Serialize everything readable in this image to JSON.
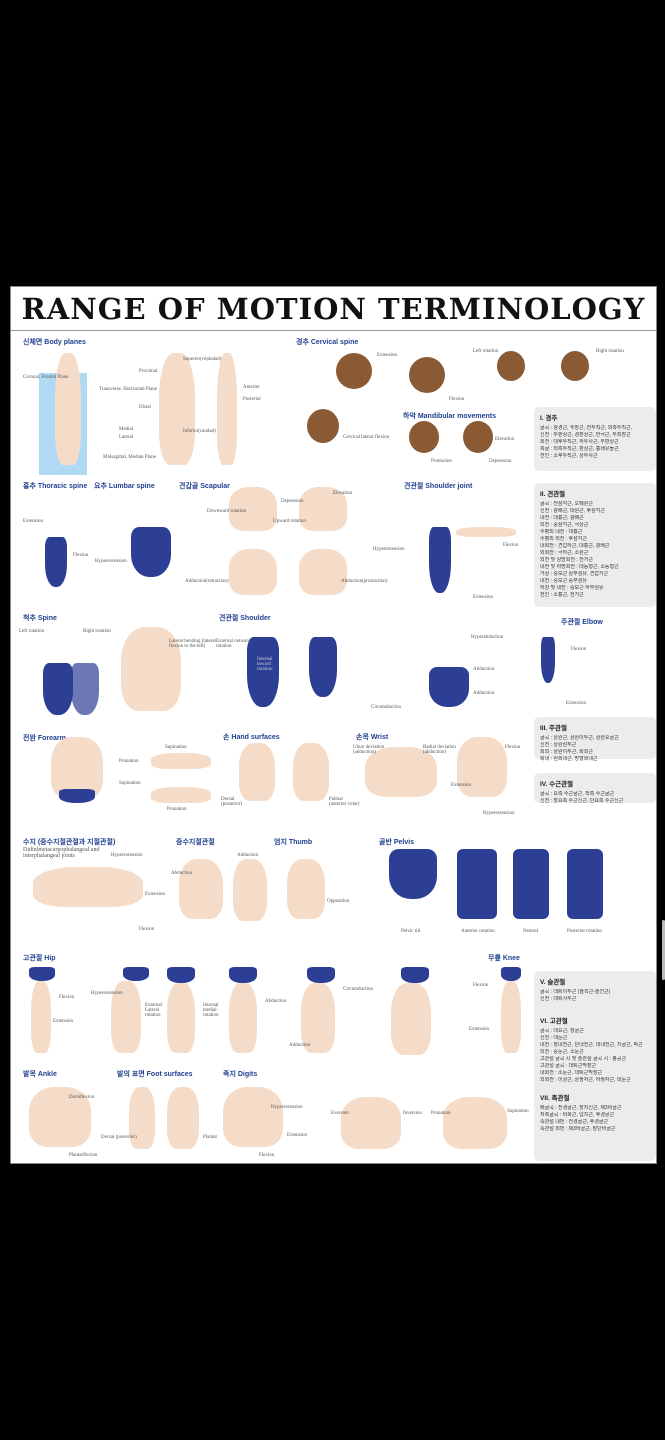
{
  "title": "RANGE OF MOTION TERMINOLOGY",
  "sections": {
    "body_planes": "신체면 Body planes",
    "cervical": "경추 Cervical spine",
    "mandibular": "하악 Mandibular movements",
    "thoracic": "흉추 Thoracic spine",
    "lumbar": "요추 Lumbar spine",
    "scapular": "견갑골 Scapular",
    "shoulder_joint": "견관절 Shoulder joint",
    "spine": "척추 Spine",
    "shoulder": "견관절 Shoulder",
    "elbow": "주관절 Elbow",
    "forearm": "전완 Forearm",
    "hand_surfaces": "손 Hand surfaces",
    "wrist": "손목 Wrist",
    "digits_hand": "수지 (중수지절관절과 지절관절)",
    "mcp": "중수지절관절",
    "thumb": "엄지 Thumb",
    "pelvis": "골반 Pelvis",
    "hip": "고관절 Hip",
    "knee": "무릎 Knee",
    "ankle": "발목 Ankle",
    "foot_surfaces": "발의 표면 Foot surfaces",
    "digits_foot": "족지 Digits"
  },
  "labels": {
    "coronal": "Coronal, Frontal Plane",
    "transverse": "Transverse, Horizontal Plane",
    "sagittal": "Midsagittal, Median Plane",
    "superior": "Superior(cephalad)",
    "inferior": "Inferior(caudad)",
    "proximal": "Proximal",
    "distal": "Distal",
    "medial": "Medial",
    "lateral": "Lateral",
    "anterior": "Anterior",
    "posterior": "Posterior",
    "extension": "Extension",
    "flexion": "Flexion",
    "left_rotation": "Left rotation",
    "right_rotation": "Right rotation",
    "cervical_lat": "Cervical lateral flexion",
    "elevation": "Elevation",
    "depression": "Depression",
    "protrusion": "Protrusion",
    "hyperextension": "Hyperextension",
    "downward_rot": "Downward rotation",
    "upward_rot": "Upward rotation",
    "adduction_retraction": "Adduction(retraction)",
    "abduction_protraction": "Abduction(protraction)",
    "lateral_bending": "Lateral bending (lateral flexion to the left)",
    "external_rot": "External outward rotation",
    "internal_rot": "Internal inward rotation",
    "circumduction": "Circumduction",
    "hyperabduction": "Hyperabduction",
    "abduction": "Abduction",
    "adduction": "Adduction",
    "pronation": "Pronation",
    "supination": "Supination",
    "dorsal": "Dorsal (posterior)",
    "palmar": "Palmar (anterior volar)",
    "ulnar_dev": "Ulnar deviation (adduction)",
    "radial_dev": "Radial deviation (abduction)",
    "digits_en": "Didinlmetacarpophalangeal and interphalangeal joints",
    "opposition": "Opposition",
    "pelvic_tilt": "Pelvic tilt",
    "anterior_rot": "Anterior rotation",
    "neutral": "Neutral",
    "posterior_rot": "Posterior rotation",
    "ext_lat_rot": "External Lateral rotation",
    "int_med_rot": "Internal medial rotation",
    "dorsiflexion": "Dorsiflexion",
    "plantarflexion": "Plantarflexion",
    "plantar": "Plantar",
    "eversion": "Eversion",
    "inversion": "Inversion"
  },
  "boxes": [
    {
      "title": "I. 경추",
      "lines": [
        "굴곡 : 광경근, 두장근, 전두직근, 외측두직근,",
        "신전 : 두판상근, 경판상근, 반극근, 두최장근",
        "회전 : 대후두직근, 하두사근, 두판상근",
        "측굴 : 외측두직근, 판상근, 흉쇄유돌근",
        "전인 : 소후두직근, 상두사근"
      ]
    },
    {
      "title": "II. 견관절",
      "lines": [
        "굴곡 : 전삼각근, 오훼완근",
        "신전 : 광배근, 대원근, 후삼각근",
        "내전 : 대흉근, 광배근",
        "외전 : 중삼각근, 극상근",
        "수평외 내전 : 대흉근",
        "수평외 외전 : 후삼각근",
        "내회전 : 견갑하근, 대흉근, 광배근",
        "외회전 : 극하근, 소원근",
        "외전 및 상방회전 : 전거근",
        "내전 및 하방회전 : 대능형근, 소능형근",
        "거상 : 승모근 상부섬유, 견갑거근",
        "내전 : 승모근 중부섬유",
        "하강 및 내전 : 승모근 하부섬유",
        "전인 : 소흉근, 전거근"
      ]
    },
    {
      "title": "III. 주관절",
      "lines": [
        "굴곡 : 상완근, 상완이두근, 상완요골근",
        "신전 : 상완삼두근",
        "회외 : 상완이두근, 회외근",
        "회내 : 원회내근, 방형회내근"
      ]
    },
    {
      "title": "IV. 수근관절",
      "lines": [
        "굴곡 : 요측 수근굴근, 척측 수근굴근",
        "신전 : 장요측 수근신근, 단요측 수근신근"
      ]
    },
    {
      "title": "V. 슬관절",
      "lines": [
        "굴곡 : 대퇴이두근 (슬괵근-슬건근)",
        "신전 : 대퇴사두근"
      ]
    },
    {
      "title": "VI. 고관절",
      "lines": [
        "굴곡 : 대요근, 장골근",
        "신전 : 대둔근",
        "내전 : 장내전근, 단내전근, 대내전근, 치골근, 박근",
        "외전 : 중둔근, 소둔근",
        "고관절 굴곡 시 및 슬관절 굴곡 시 : 봉공근",
        "고관절 굴곡 : 대퇴근막장근",
        "내회전 : 소둔근, 대퇴근막장근",
        "외회전 : 이상근, 상쌍자근, 하쌍자근, 대둔근"
      ]
    },
    {
      "title": "VII. 족관절",
      "lines": [
        "배굴곡 : 전경골근, 장지신근, 제3비골근",
        "저측굴곡 : 비복근, 넙치근, 후경골근",
        "족관절 내번 : 전경골근, 후경골근",
        "족관절 외번 : 제3비골근, 장단비골근"
      ]
    }
  ],
  "colors": {
    "accent": "#1f3f8f",
    "suit": "#2c3f94",
    "skin": "#f5dcc8",
    "box": "#ececec"
  }
}
